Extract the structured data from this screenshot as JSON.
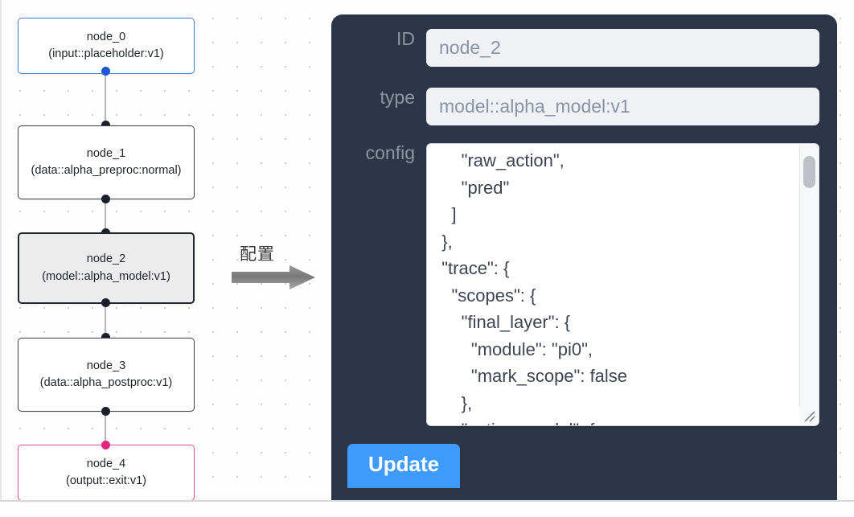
{
  "graph": {
    "nodes": [
      {
        "id": "node_0",
        "type": "(input::placeholder:v1)",
        "state": "start"
      },
      {
        "id": "node_1",
        "type": "(data::alpha_preproc:normal)",
        "state": "normal"
      },
      {
        "id": "node_2",
        "type": "(model::alpha_model:v1)",
        "state": "selected"
      },
      {
        "id": "node_3",
        "type": "(data::alpha_postproc:v1)",
        "state": "normal"
      },
      {
        "id": "node_4",
        "type": "(output::exit:v1)",
        "state": "end"
      }
    ],
    "colors": {
      "start_border": "#4d7fd1",
      "end_border": "#e0519c",
      "selected_fill": "#ececec",
      "handle_dark": "#1b1e2b",
      "handle_blue": "#1f58d6",
      "handle_pink": "#e8247f",
      "edge": "#b6b6bc"
    }
  },
  "connector": {
    "label": "配置",
    "arrow_icon": "right-arrow-icon",
    "arrow_color": "#7f7f7f"
  },
  "panel": {
    "background": "#2d3648",
    "id_field": {
      "label": "ID",
      "value": "node_2"
    },
    "type_field": {
      "label": "type",
      "value": "model::alpha_model:v1"
    },
    "config_field": {
      "label": "config",
      "value": "      \"raw_action\",\n      \"pred\"\n    ]\n  },\n  \"trace\": {\n    \"scopes\": {\n      \"final_layer\": {\n        \"module\": \"pi0\",\n        \"mark_scope\": false\n      },\n      \"action_model\": {"
    },
    "update_button": {
      "label": "Update",
      "color": "#3f9bfb"
    },
    "scrollbar": {
      "name": "config-scrollbar",
      "thumb_position": "top"
    },
    "resize_handle": "resize-grip-icon"
  }
}
